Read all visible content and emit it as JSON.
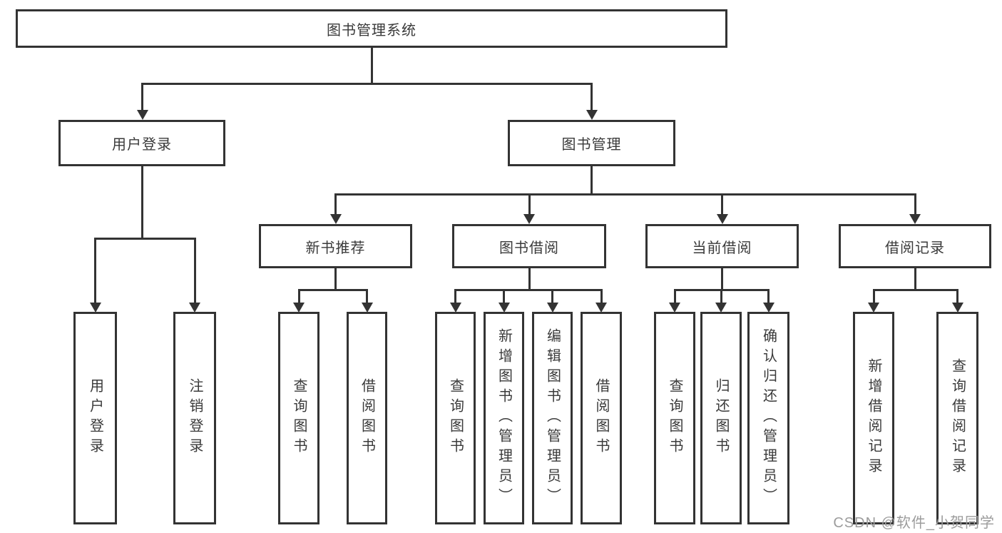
{
  "diagram": {
    "root": {
      "label": "图书管理系统"
    },
    "level2": {
      "user_login": {
        "label": "用户登录"
      },
      "book_mgmt": {
        "label": "图书管理"
      }
    },
    "level3": {
      "new_books": {
        "label": "新书推荐"
      },
      "book_borrow": {
        "label": "图书借阅"
      },
      "current_borrow": {
        "label": "当前借阅"
      },
      "borrow_records": {
        "label": "借阅记录"
      }
    },
    "leaves": {
      "user_login_leaf": {
        "label": "用户登录"
      },
      "logout": {
        "label": "注销登录"
      },
      "nb_query": {
        "label": "查询图书"
      },
      "nb_borrow": {
        "label": "借阅图书"
      },
      "bb_query": {
        "label": "查询图书"
      },
      "bb_add": {
        "label": "新增图书（管理员）"
      },
      "bb_edit": {
        "label": "编辑图书（管理员）"
      },
      "bb_borrow": {
        "label": "借阅图书"
      },
      "cb_query": {
        "label": "查询图书"
      },
      "cb_return": {
        "label": "归还图书"
      },
      "cb_confirm": {
        "label": "确认归还（管理员）"
      },
      "br_add": {
        "label": "新增借阅记录"
      },
      "br_query": {
        "label": "查询借阅记录"
      }
    },
    "structure": [
      {
        "parent": "图书管理系统",
        "children": [
          "用户登录",
          "图书管理"
        ]
      },
      {
        "parent": "用户登录",
        "children": [
          "用户登录",
          "注销登录"
        ]
      },
      {
        "parent": "图书管理",
        "children": [
          "新书推荐",
          "图书借阅",
          "当前借阅",
          "借阅记录"
        ]
      },
      {
        "parent": "新书推荐",
        "children": [
          "查询图书",
          "借阅图书"
        ]
      },
      {
        "parent": "图书借阅",
        "children": [
          "查询图书",
          "新增图书（管理员）",
          "编辑图书（管理员）",
          "借阅图书"
        ]
      },
      {
        "parent": "当前借阅",
        "children": [
          "查询图书",
          "归还图书",
          "确认归还（管理员）"
        ]
      },
      {
        "parent": "借阅记录",
        "children": [
          "新增借阅记录",
          "查询借阅记录"
        ]
      }
    ]
  },
  "watermark": {
    "text": "CSDN @软件_小贺同学"
  },
  "colors": {
    "line": "#333333",
    "text": "#3a3a3a",
    "watermark": "#9c9c9c",
    "background": "#ffffff"
  }
}
